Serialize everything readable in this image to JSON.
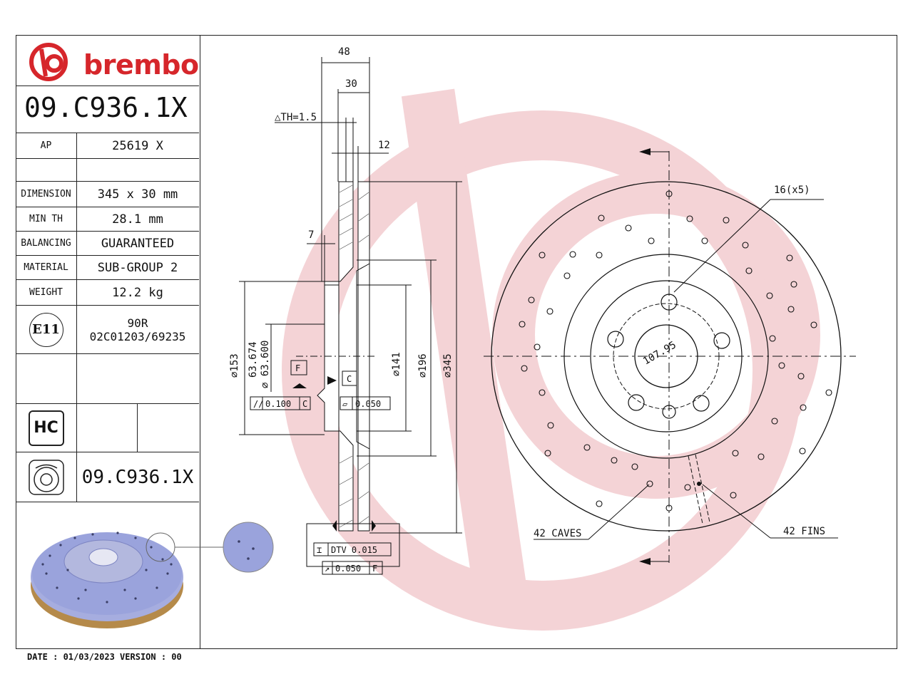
{
  "brand": "brembo",
  "part_number": "09.C936.1X",
  "specs": {
    "ap_label": "AP",
    "ap_value": "25619 X",
    "dimension_label": "DIMENSION",
    "dimension_value": "345 x 30 mm",
    "min_th_label": "MIN TH",
    "min_th_value": "28.1 mm",
    "balancing_label": "BALANCING",
    "balancing_value": "GUARANTEED",
    "material_label": "MATERIAL",
    "material_value": "SUB-GROUP 2",
    "weight_label": "WEIGHT",
    "weight_value": "12.2 kg"
  },
  "approval": {
    "mark": "E11",
    "line1": "90R",
    "line2": "02C01203/69235"
  },
  "hc_label": "HC",
  "part_number_bottom": "09.C936.1X",
  "footer": "DATE : 01/03/2023 VERSION : 00",
  "dimensions": {
    "d48": "48",
    "d30": "30",
    "th": "△TH=1.5",
    "d12": "12",
    "d7": "7",
    "d153": "∅153",
    "d63a": "63.674",
    "d63b": "∅ 63.600",
    "d141": "∅141",
    "d196": "∅196",
    "d345": "∅345",
    "datum_f": "F",
    "datum_c": "C",
    "par_tol": "0.100",
    "par_ref": "C",
    "flat_tol": "0.050",
    "dtv": "DTV 0.015",
    "runout_tol": "0.050",
    "runout_ref": "F",
    "holes": "16(x5)",
    "pcd": "107.95",
    "caves": "42 CAVES",
    "fins": "42 FINS"
  },
  "colors": {
    "brand_red": "#d6262b",
    "watermark": "#f6cfd2",
    "rotor_blue": "#9aa3dc"
  }
}
